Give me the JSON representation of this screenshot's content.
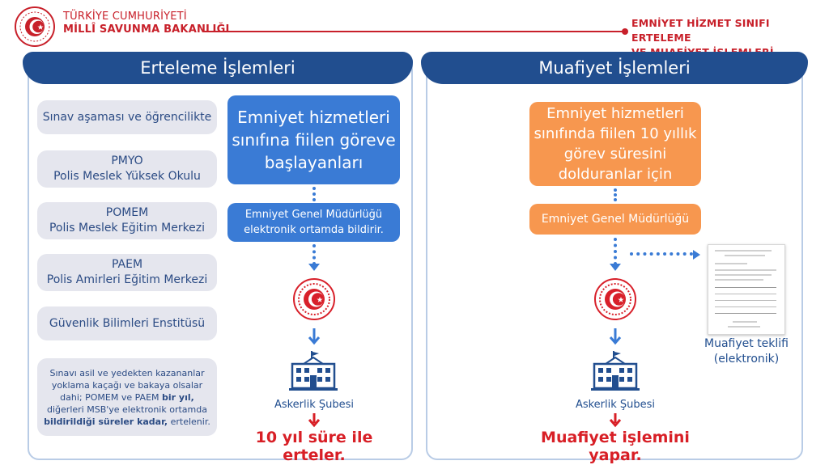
{
  "header": {
    "ministry_line1": "TÜRKİYE CUMHURİYETİ",
    "ministry_line2": "MİLLÎ SAVUNMA BAKANLIĞI",
    "title_line1": "EMNİYET HİZMET SINIFI ERTELEME",
    "title_line2": "VE MUAFİYET İŞLEMLERİ"
  },
  "left": {
    "heading": "Erteleme İşlemleri",
    "pills": [
      {
        "line1": "Sınav aşaması ve öğrencilikte",
        "line2": ""
      },
      {
        "line1": "PMYO",
        "line2": "Polis Meslek Yüksek Okulu"
      },
      {
        "line1": "POMEM",
        "line2": "Polis Meslek Eğitim Merkezi"
      },
      {
        "line1": "PAEM",
        "line2": "Polis Amirleri Eğitim Merkezi"
      },
      {
        "line1": "Güvenlik Bilimleri Enstitüsü",
        "line2": ""
      }
    ],
    "note": {
      "t1": "Sınavı asil ve yedekten kazananlar yoklama kaçağı ve bakaya olsalar dahi; POMEM ve PAEM ",
      "b1": "bir yıl,",
      "t2": " diğerleri MSB'ye elektronik ortamda ",
      "b2": "bildirildiği süreler kadar,",
      "t3": "  ertelenir."
    },
    "box1_line1": "Emniyet hizmetleri",
    "box1_line2": "sınıfına fiilen göreve",
    "box1_line3": "başlayanları",
    "box2_line1": "Emniyet Genel Müdürlüğü",
    "box2_line2": "elektronik ortamda bildirir.",
    "office": "Askerlik Şubesi",
    "result": "10 yıl süre ile erteler."
  },
  "right": {
    "heading": "Muafiyet İşlemleri",
    "box1_line1": "Emniyet hizmetleri",
    "box1_line2": "sınıfında fiilen 10 yıllık",
    "box1_line3": "görev süresini",
    "box1_line4": "dolduranlar için",
    "box2": "Emniyet Genel Müdürlüğü",
    "doc_caption_line1": "Muafiyet teklifi",
    "doc_caption_line2": "(elektronik)",
    "office": "Askerlik Şubesi",
    "result": "Muafiyet işlemini yapar."
  },
  "colors": {
    "brand_red": "#c8202a",
    "navy": "#214e8f",
    "blue": "#3a7bd5",
    "orange": "#f7974f",
    "pill_gray": "#e5e6ee"
  },
  "icons": [
    "ministry-seal-icon",
    "school-building-icon",
    "document-icon",
    "down-arrow-icon"
  ]
}
